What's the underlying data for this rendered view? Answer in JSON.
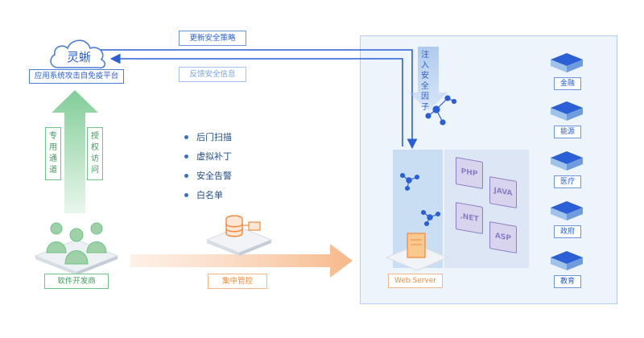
{
  "cloud": {
    "name": "灵蜥",
    "subtitle": "应用系统攻击自免疫平台"
  },
  "arrows": {
    "update_policy": "更新安全策略",
    "feedback_info": "反馈安全信息",
    "inject_factor": "注入安全因子"
  },
  "left_arrow": {
    "left_text": "专用通道",
    "right_text": "授权访问"
  },
  "vendor_label": "软件开发商",
  "central_label": "集中管控",
  "bullets": [
    "后门扫描",
    "虚拟补丁",
    "安全告警",
    "白名单"
  ],
  "webserver_label": "Web Server",
  "tech_icons": [
    "PHP",
    "JAVA",
    ".NET",
    "ASP"
  ],
  "industries": [
    "金融",
    "能源",
    "医疗",
    "政府",
    "教育"
  ],
  "colors": {
    "blue": "#2a5fd6",
    "light_blue": "#9fc2ea",
    "green": "#6cc486",
    "orange": "#f08a3c",
    "purple": "#8a7fc4"
  }
}
